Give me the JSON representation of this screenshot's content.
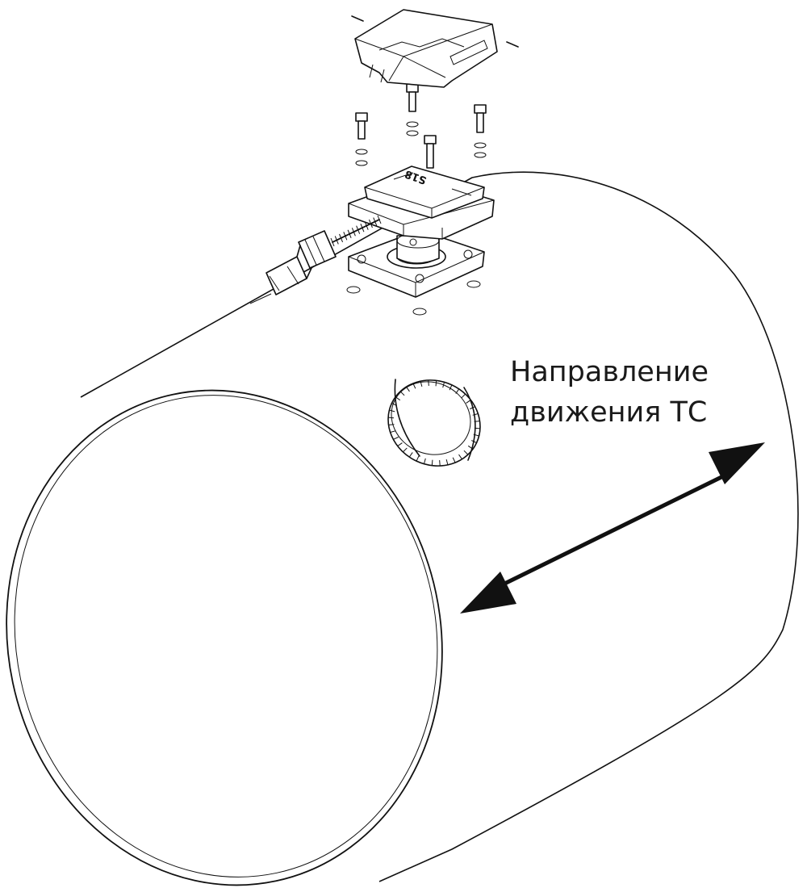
{
  "caption": {
    "line1": "Направление",
    "line2": "движения ТС"
  },
  "sensor_marking": "S18",
  "colors": {
    "line": "#111111",
    "background": "#ffffff"
  }
}
